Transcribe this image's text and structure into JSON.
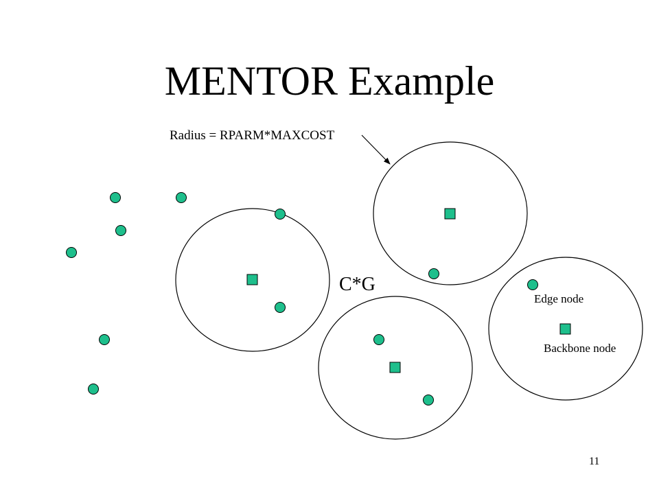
{
  "slide": {
    "title": "MENTOR Example",
    "page_number": "11"
  },
  "labels": {
    "radius": "Radius = RPARM*MAXCOST",
    "cg": "C*G",
    "edge_node": "Edge node",
    "backbone_node": "Backbone node"
  },
  "colors": {
    "node_fill": "#1EBF8C",
    "outline": "#000000",
    "background": "#ffffff"
  }
}
